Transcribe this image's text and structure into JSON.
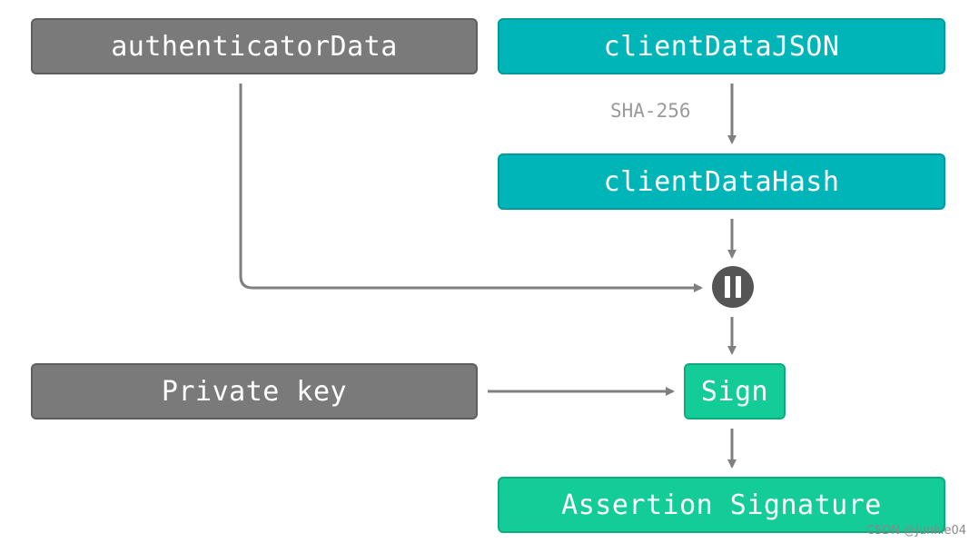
{
  "nodes": {
    "authenticator_data": "authenticatorData",
    "client_data_json": "clientDataJSON",
    "client_data_hash": "clientDataHash",
    "private_key": "Private key",
    "sign": "Sign",
    "assertion_signature": "Assertion Signature"
  },
  "edges": {
    "hash_label": "SHA-256"
  },
  "concat_icon": "concatenation-icon",
  "watermark": "CSDN @Junkie04",
  "colors": {
    "gray": "#7a7a7a",
    "teal": "#00b5b8",
    "green": "#13cc98",
    "arrow": "#7f7f7f",
    "concat": "#555555"
  }
}
